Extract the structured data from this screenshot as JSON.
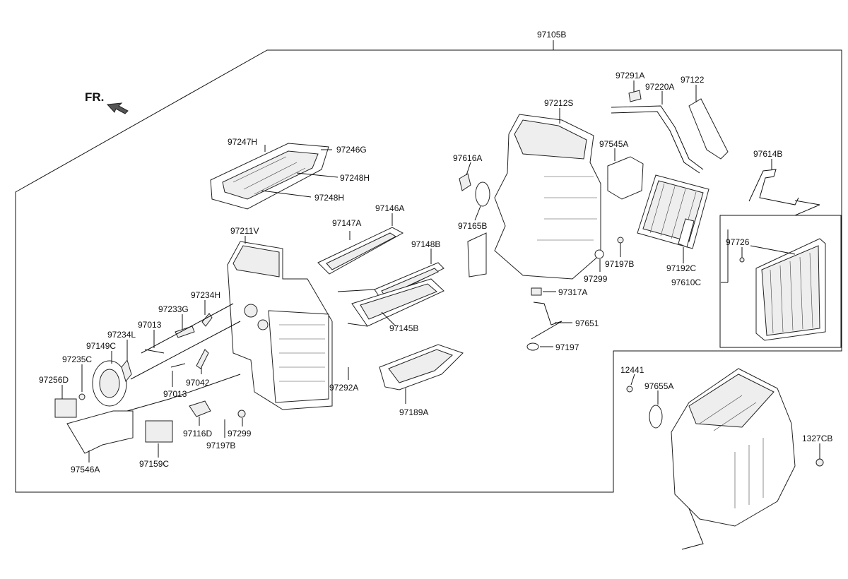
{
  "direction_label": "FR.",
  "part_labels": {
    "p97105B": "97105B",
    "p97291A": "97291A",
    "p97122": "97122",
    "p97220A": "97220A",
    "p97212S": "97212S",
    "p97545A": "97545A",
    "p97614B": "97614B",
    "p97616A": "97616A",
    "p97165B": "97165B",
    "p97247H": "97247H",
    "p97246G": "97246G",
    "p97248H_a": "97248H",
    "p97248H_b": "97248H",
    "p97146A": "97146A",
    "p97147A": "97147A",
    "p97211V": "97211V",
    "p97148B": "97148B",
    "p97726": "97726",
    "p97192C": "97192C",
    "p97197B_a": "97197B",
    "p97299_a": "97299",
    "p97610C": "97610C",
    "p97317A": "97317A",
    "p97234H": "97234H",
    "p97233G": "97233G",
    "p97013_a": "97013",
    "p97234L": "97234L",
    "p97149C": "97149C",
    "p97235C": "97235C",
    "p97145B": "97145B",
    "p97651": "97651",
    "p97197": "97197",
    "p97256D": "97256D",
    "p97042": "97042",
    "p97292A": "97292A",
    "p97013_b": "97013",
    "p97189A": "97189A",
    "p12441": "12441",
    "p97655A": "97655A",
    "p97116D": "97116D",
    "p97299_b": "97299",
    "p97197B_b": "97197B",
    "p1327CB": "1327CB",
    "p97546A": "97546A",
    "p97159C": "97159C"
  }
}
